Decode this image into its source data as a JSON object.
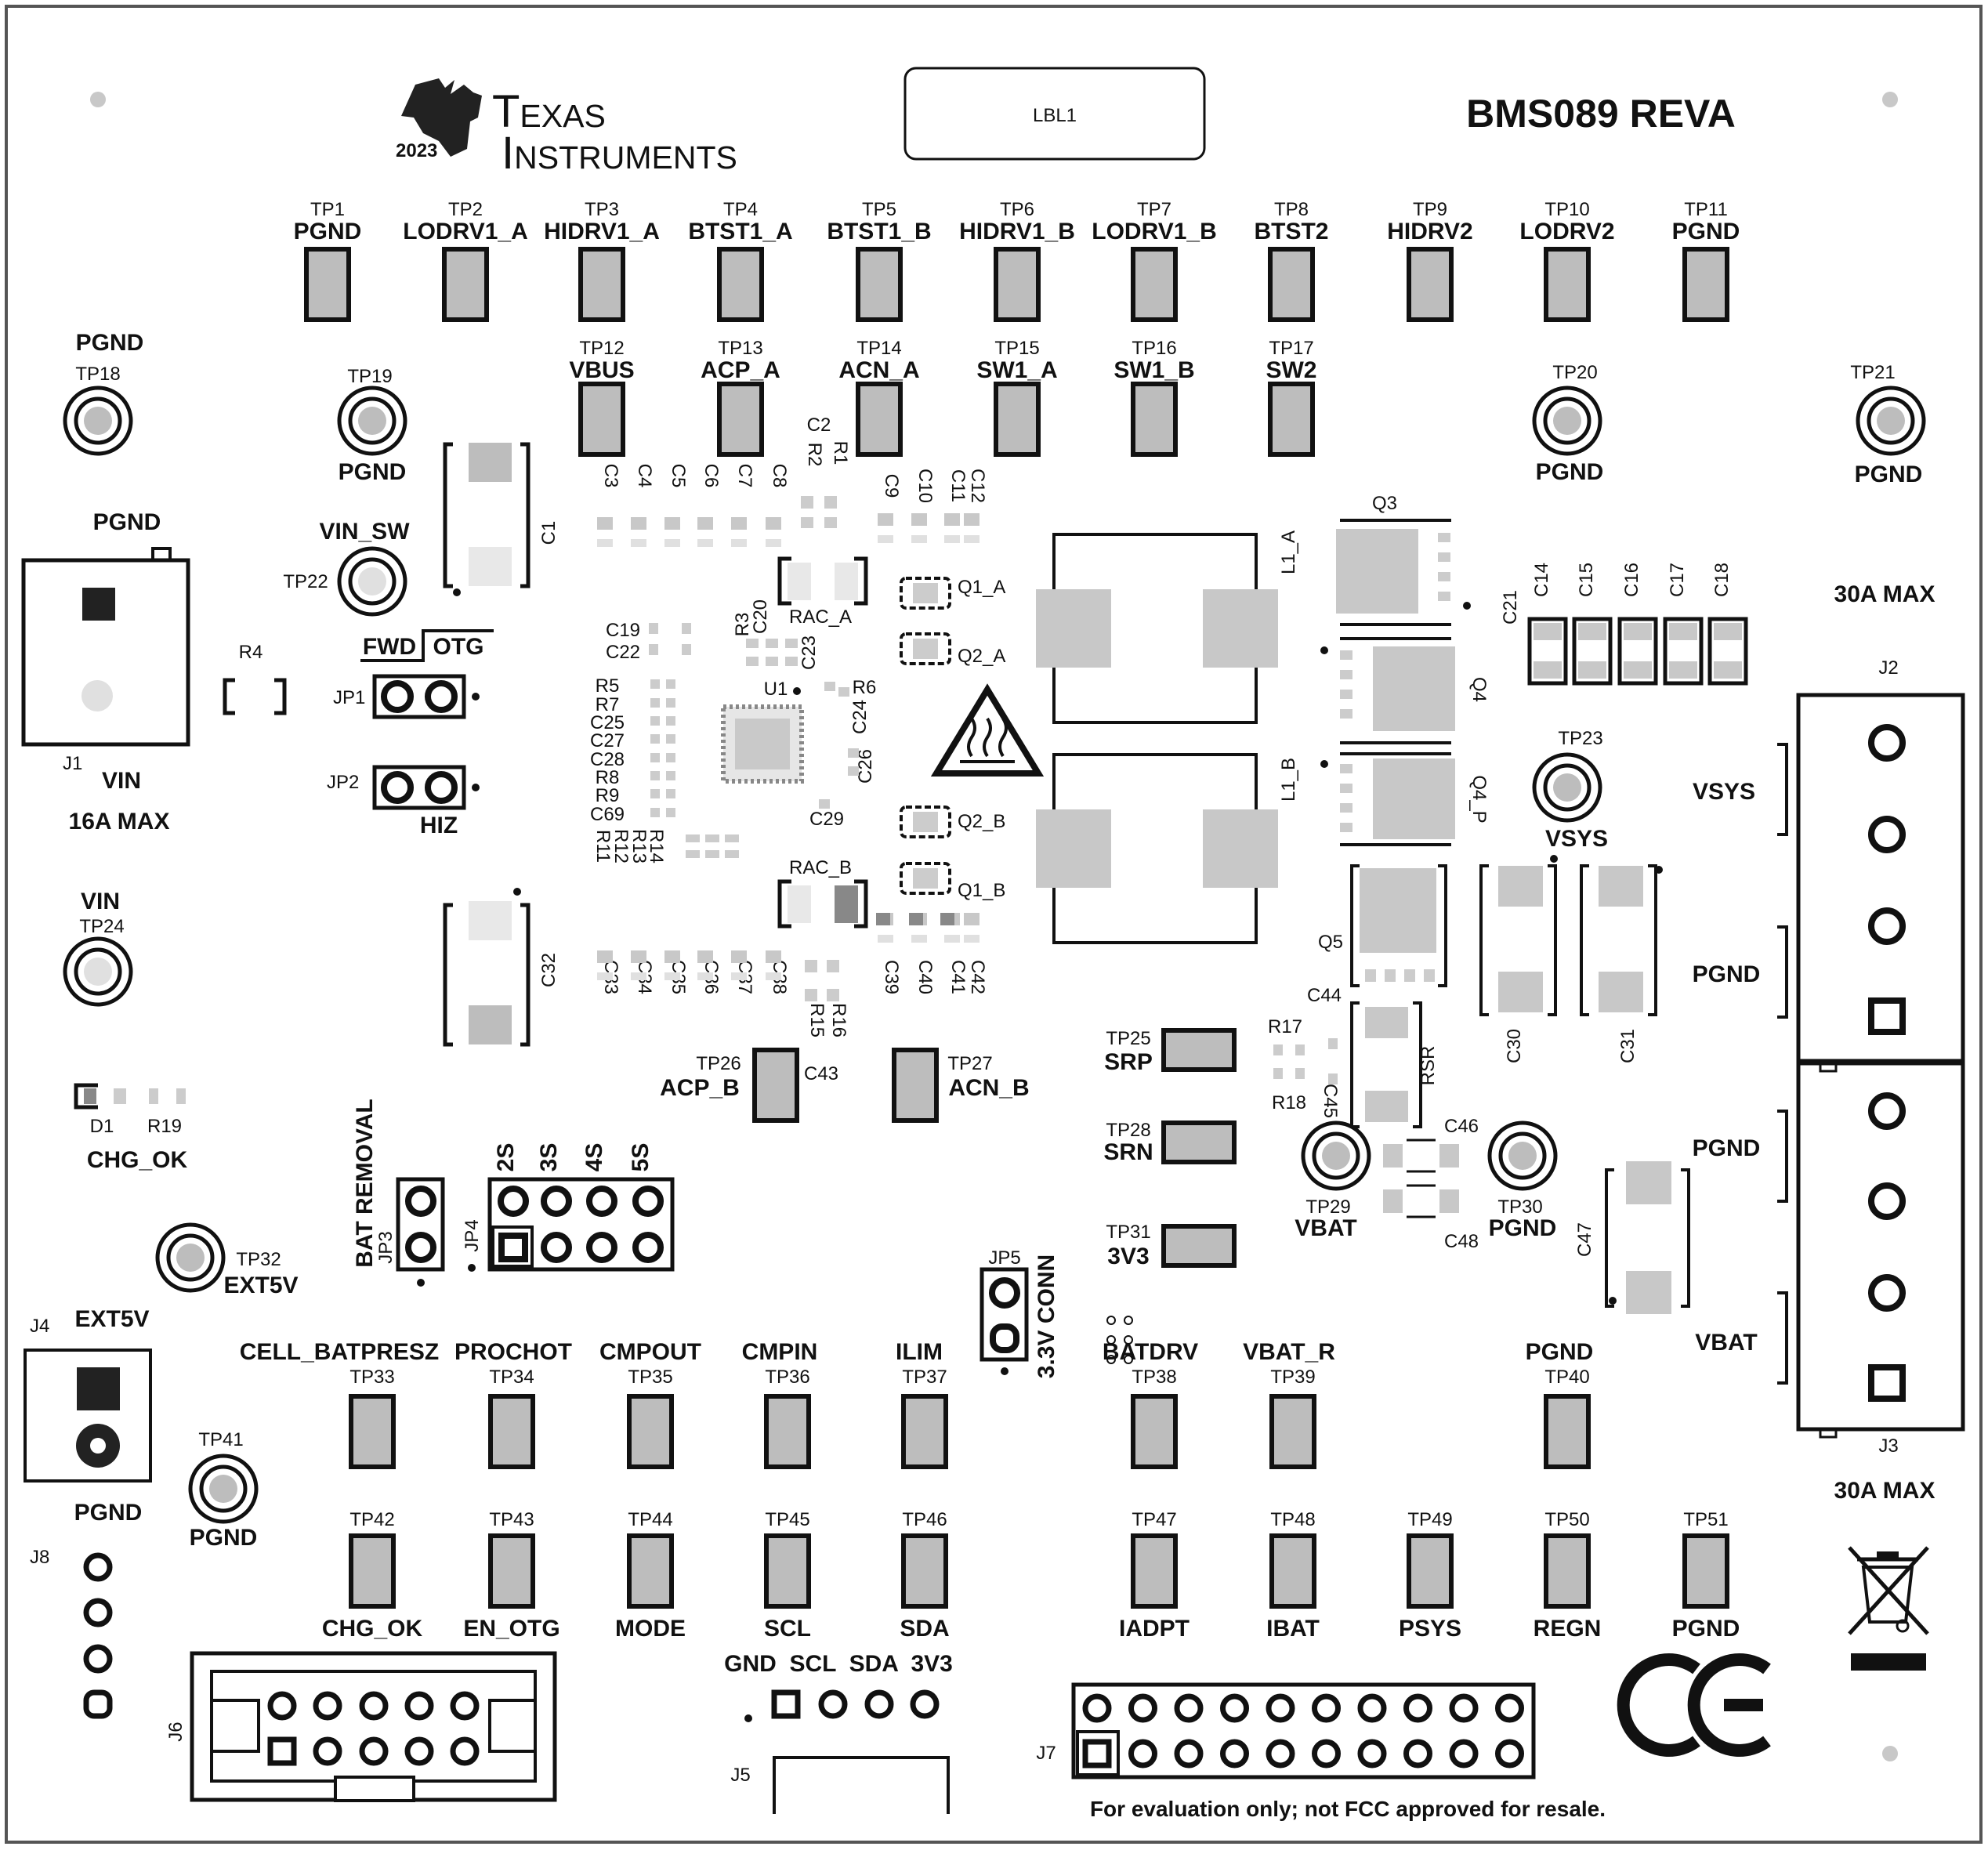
{
  "board": {
    "title": "BMS089 REVA",
    "label_box": "LBL1",
    "brand_line1": "Texas",
    "brand_line2": "Instruments",
    "year": "2023",
    "footer": "For evaluation only; not FCC approved for resale."
  },
  "test_points_top": [
    {
      "ref": "TP1",
      "name": "PGND"
    },
    {
      "ref": "TP2",
      "name": "LODRV1_A"
    },
    {
      "ref": "TP3",
      "name": "HIDRV1_A"
    },
    {
      "ref": "TP4",
      "name": "BTST1_A"
    },
    {
      "ref": "TP5",
      "name": "BTST1_B"
    },
    {
      "ref": "TP6",
      "name": "HIDRV1_B"
    },
    {
      "ref": "TP7",
      "name": "LODRV1_B"
    },
    {
      "ref": "TP8",
      "name": "BTST2"
    },
    {
      "ref": "TP9",
      "name": "HIDRV2"
    },
    {
      "ref": "TP10",
      "name": "LODRV2"
    },
    {
      "ref": "TP11",
      "name": "PGND"
    }
  ],
  "test_points_second": [
    {
      "ref": "TP12",
      "name": "VBUS"
    },
    {
      "ref": "TP13",
      "name": "ACP_A"
    },
    {
      "ref": "TP14",
      "name": "ACN_A"
    },
    {
      "ref": "TP15",
      "name": "SW1_A"
    },
    {
      "ref": "TP16",
      "name": "SW1_B"
    },
    {
      "ref": "TP17",
      "name": "SW2"
    }
  ],
  "round_test_points": [
    {
      "ref": "TP18",
      "name": "PGND"
    },
    {
      "ref": "TP19",
      "name": "PGND"
    },
    {
      "ref": "TP20",
      "name": "PGND"
    },
    {
      "ref": "TP21",
      "name": "PGND"
    },
    {
      "ref": "TP22",
      "name": "VIN_SW"
    },
    {
      "ref": "TP23",
      "name": "VSYS"
    },
    {
      "ref": "TP24",
      "name": "VIN"
    },
    {
      "ref": "TP29",
      "name": "VBAT"
    },
    {
      "ref": "TP30",
      "name": "PGND"
    },
    {
      "ref": "TP32",
      "name": "EXT5V"
    },
    {
      "ref": "TP41",
      "name": "PGND"
    }
  ],
  "mid_test_points": [
    {
      "ref": "TP25",
      "name": "SRP"
    },
    {
      "ref": "TP26",
      "name": "ACP_B"
    },
    {
      "ref": "TP27",
      "name": "ACN_B"
    },
    {
      "ref": "TP28",
      "name": "SRN"
    },
    {
      "ref": "TP31",
      "name": "3V3"
    }
  ],
  "test_points_row3": [
    {
      "ref": "TP33",
      "name": "CELL_BATPRESZ"
    },
    {
      "ref": "TP34",
      "name": "PROCHOT"
    },
    {
      "ref": "TP35",
      "name": "CMPOUT"
    },
    {
      "ref": "TP36",
      "name": "CMPIN"
    },
    {
      "ref": "TP37",
      "name": "ILIM"
    },
    {
      "ref": "TP38",
      "name": "BATDRV"
    },
    {
      "ref": "TP39",
      "name": "VBAT_R"
    },
    {
      "ref": "TP40",
      "name": "PGND"
    }
  ],
  "test_points_row4": [
    {
      "ref": "TP42",
      "name": "CHG_OK"
    },
    {
      "ref": "TP43",
      "name": "EN_OTG"
    },
    {
      "ref": "TP44",
      "name": "MODE"
    },
    {
      "ref": "TP45",
      "name": "SCL"
    },
    {
      "ref": "TP46",
      "name": "SDA"
    },
    {
      "ref": "TP47",
      "name": "IADPT"
    },
    {
      "ref": "TP48",
      "name": "IBAT"
    },
    {
      "ref": "TP49",
      "name": "PSYS"
    },
    {
      "ref": "TP50",
      "name": "REGN"
    },
    {
      "ref": "TP51",
      "name": "PGND"
    }
  ],
  "connectors": {
    "j1": {
      "ref": "J1",
      "label": "VIN",
      "rating": "16A MAX",
      "top_label": "PGND"
    },
    "j2": {
      "ref": "J2",
      "rating": "30A MAX",
      "label_a": "VSYS",
      "label_b": "PGND"
    },
    "j3": {
      "ref": "J3",
      "rating": "30A MAX",
      "label_a": "PGND",
      "label_b": "VBAT"
    },
    "j4": {
      "ref": "J4",
      "label": "EXT5V"
    },
    "j5": {
      "ref": "J5",
      "pins": "GND  SCL  SDA  3V3"
    },
    "j6": {
      "ref": "J6"
    },
    "j7": {
      "ref": "J7"
    },
    "j8": {
      "ref": "J8",
      "label": "PGND"
    }
  },
  "jumpers": {
    "jp1": {
      "ref": "JP1",
      "left": "FWD",
      "right": "OTG"
    },
    "jp2": {
      "ref": "JP2",
      "label": "HIZ"
    },
    "jp3": {
      "ref": "JP3",
      "label": "BAT REMOVAL"
    },
    "jp4": {
      "ref": "JP4",
      "cols": [
        "2S",
        "3S",
        "4S",
        "5S"
      ]
    },
    "jp5": {
      "ref": "JP5",
      "label": "3.3V CONN"
    }
  },
  "components": {
    "u1": "U1",
    "rac_a": "RAC_A",
    "rac_b": "RAC_B",
    "q1a": "Q1_A",
    "q2a": "Q2_A",
    "q2b": "Q2_B",
    "q1b": "Q1_B",
    "q3": "Q3",
    "q4": "Q4",
    "q4p": "Q4_P",
    "q5": "Q5",
    "l1a": "L1_A",
    "l1b": "L1_B",
    "c1": "C1",
    "c32": "C32",
    "c30": "C30",
    "c31": "C31",
    "c47": "C47",
    "r4": "R4",
    "rsr": "RSR",
    "d1": "D1",
    "r19": "R19",
    "chg_ok": "CHG_OK",
    "c44": "C44",
    "c45": "C45",
    "c46": "C46",
    "c48": "C48",
    "r17": "R17",
    "r18": "R18",
    "c2": "C2",
    "r1": "R1",
    "r2": "R2",
    "c19": "C19",
    "c22": "C22",
    "r3": "R3",
    "c20": "C20",
    "c23": "C23",
    "r6": "R6",
    "c24": "C24",
    "c26": "C26",
    "c29": "C29",
    "c43": "C43",
    "r15": "R15",
    "r16": "R16",
    "c21": "C21"
  },
  "cap_row_top": [
    "C3",
    "C4",
    "C5",
    "C6",
    "C7",
    "C8"
  ],
  "cap_row_top2": [
    "C9",
    "C10",
    "C11",
    "C12"
  ],
  "cap_row_bottom": [
    "C33",
    "C34",
    "C35",
    "C36",
    "C37",
    "C38"
  ],
  "cap_row_bottom2": [
    "C39",
    "C40",
    "C41",
    "C42"
  ],
  "cap_row_right": [
    "C14",
    "C15",
    "C16",
    "C17",
    "C18"
  ],
  "u1_side_labels": [
    "R5",
    "R7",
    "C25",
    "C27",
    "C28",
    "R8",
    "R9",
    "C69"
  ],
  "u1_bottom_labels": [
    "R11",
    "R12",
    "R13",
    "R14"
  ]
}
